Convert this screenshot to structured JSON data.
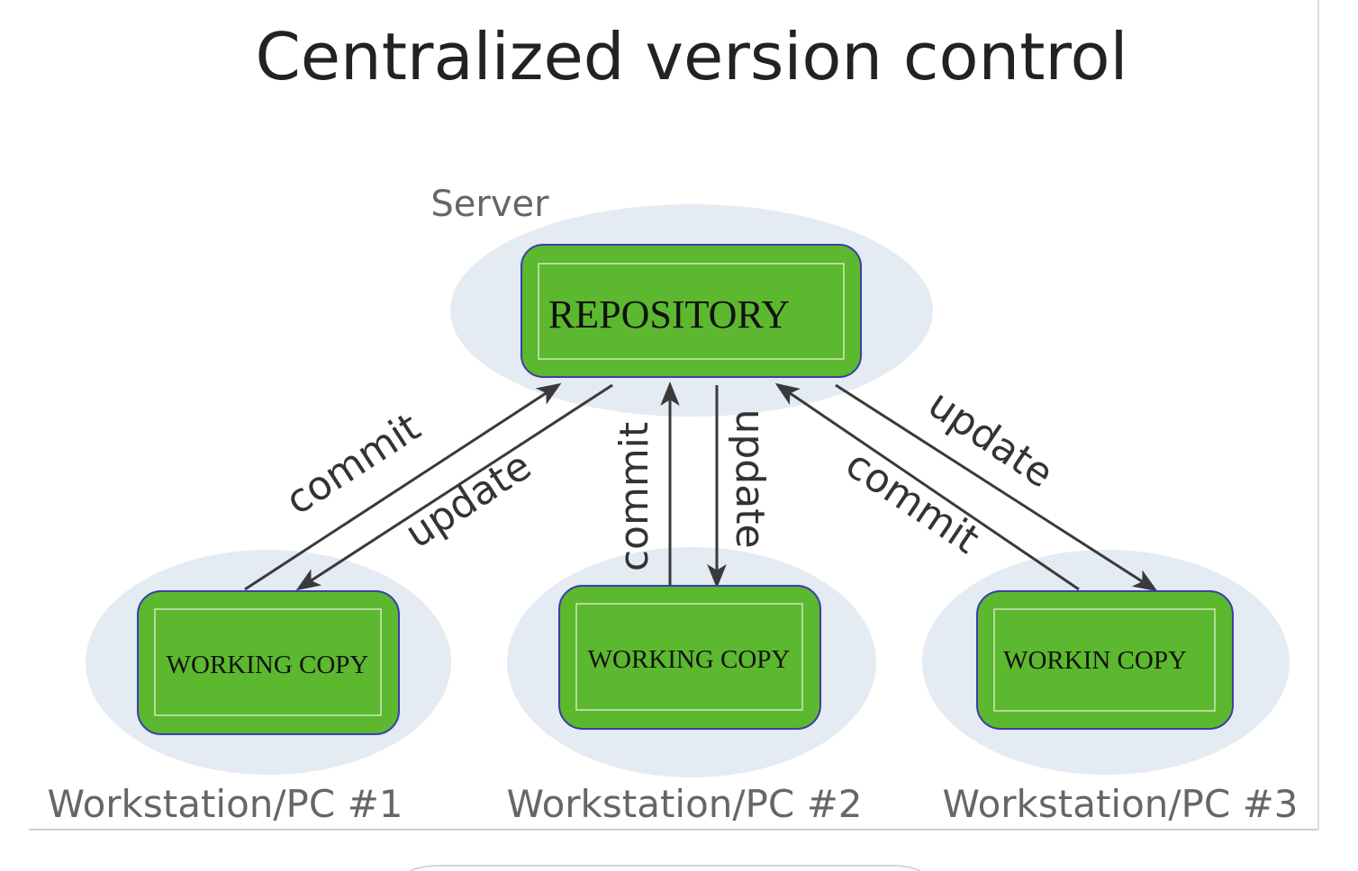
{
  "title": "Centralized version control",
  "server": {
    "label": "Server",
    "box_text": "REPOSITORY"
  },
  "workstations": [
    {
      "box_text": "WORKING COPY",
      "label": "Workstation/PC #1"
    },
    {
      "box_text": "WORKING COPY",
      "label": "Workstation/PC #2"
    },
    {
      "box_text": "WORKIN COPY",
      "label": "Workstation/PC #3"
    }
  ],
  "edges": [
    {
      "label": "commit",
      "from": "Workstation/PC #1",
      "to": "Server"
    },
    {
      "label": "update",
      "from": "Server",
      "to": "Workstation/PC #1"
    },
    {
      "label": "commit",
      "from": "Workstation/PC #2",
      "to": "Server"
    },
    {
      "label": "update",
      "from": "Server",
      "to": "Workstation/PC #2"
    },
    {
      "label": "commit",
      "from": "Workstation/PC #3",
      "to": "Server"
    },
    {
      "label": "update",
      "from": "Server",
      "to": "Workstation/PC #3"
    }
  ],
  "colors": {
    "box_fill": "#5cb82e",
    "box_stroke": "#3b3fa8",
    "box_inner": "#cfe8c2",
    "halo": "#e4ebf2",
    "arrow": "#3a3a3a"
  }
}
